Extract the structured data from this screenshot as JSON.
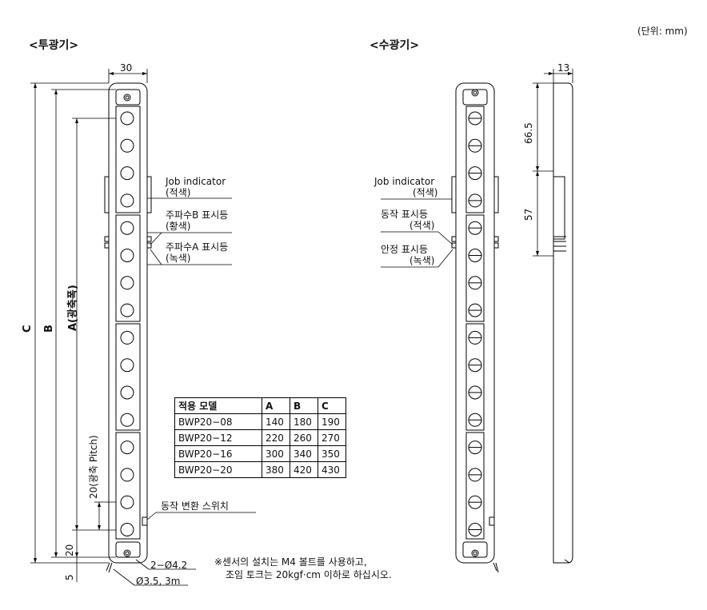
{
  "unit_note": "(단위: mm)",
  "emitter": {
    "title": "<투광기>"
  },
  "receiver": {
    "title": "<수광기>"
  },
  "dimensions": {
    "width": "30",
    "thickness": "13",
    "d66": "66.5",
    "d57": "57",
    "c": "C",
    "b": "B",
    "a": "A(광축폭)",
    "pitch": "20(광축 Pitch)",
    "d20": "20",
    "d5": "5",
    "hole": "2−Ø4.2",
    "cable": "Ø3.5, 3m"
  },
  "emitter_labels": {
    "job_indicator": "Job indicator",
    "job_color": "(적색)",
    "freq_b": "주파수B 표시등",
    "freq_b_color": "(황색)",
    "freq_a": "주파수A 표시등",
    "freq_a_color": "(녹색)",
    "switch": "동작 변환 스위치"
  },
  "receiver_labels": {
    "job_indicator": "Job indicator",
    "job_color": "(적색)",
    "op": "동작 표시등",
    "op_color": "(적색)",
    "stable": "안정 표시등",
    "stable_color": "(녹색)"
  },
  "table": {
    "headers": [
      "적용 모델",
      "A",
      "B",
      "C"
    ],
    "rows": [
      [
        "BWP20−08",
        "140",
        "180",
        "190"
      ],
      [
        "BWP20−12",
        "220",
        "260",
        "270"
      ],
      [
        "BWP20−16",
        "300",
        "340",
        "350"
      ],
      [
        "BWP20−20",
        "380",
        "420",
        "430"
      ]
    ]
  },
  "note": {
    "line1": "※센서의 설치는 M4 볼트를 사용하고,",
    "line2": "조임 토크는 20kgf·cm 이하로 하십시오."
  }
}
